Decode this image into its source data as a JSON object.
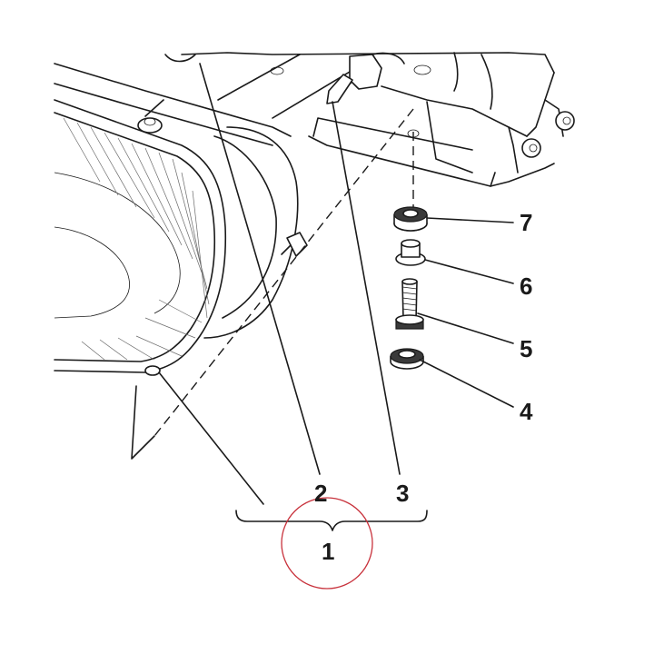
{
  "diagram": {
    "labels": [
      "7",
      "6",
      "5",
      "4",
      "2",
      "3",
      "1"
    ],
    "highlight_color": "#c8323c",
    "line_color": "#1a1a1a"
  }
}
